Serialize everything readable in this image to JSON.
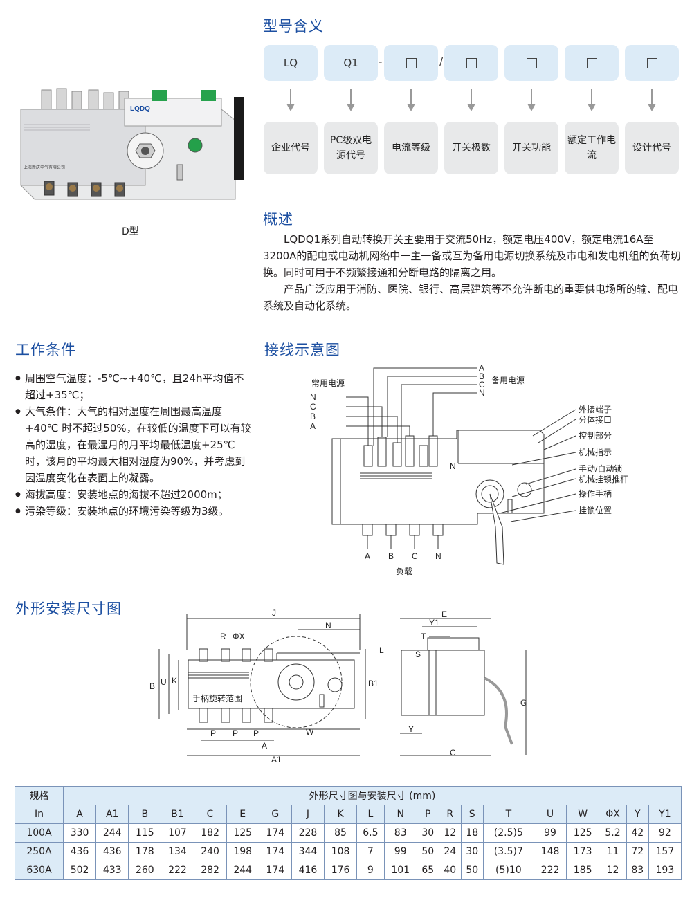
{
  "product_photo": {
    "caption": "D型",
    "brand_mark": "LQDQ",
    "brand_name": "上海新庆电气有限公司"
  },
  "model_meaning": {
    "heading": "型号含义",
    "codes": [
      "LQ",
      "Q1",
      "□",
      "□",
      "□",
      "□",
      "□"
    ],
    "separators": [
      "-",
      "/"
    ],
    "descriptions": [
      "企业代号",
      "PC级双电源代号",
      "电流等级",
      "开关极数",
      "开关功能",
      "额定工作电流",
      "设计代号"
    ]
  },
  "overview": {
    "heading": "概述",
    "p1": "LQDQ1系列自动转换开关主要用于交流50Hz，额定电压400V，额定电流16A至3200A的配电或电动机网络中一主一备或互为备用电源切换系统及市电和发电机组的负荷切换。同时可用于不频繁接通和分断电路的隔离之用。",
    "p2": "产品广泛应用于消防、医院、银行、高层建筑等不允许断电的重要供电场所的输、配电系统及自动化系统。"
  },
  "working_conditions": {
    "heading": "工作条件",
    "items": [
      "周围空气温度：-5℃~+40℃，且24h平均值不超过+35℃；",
      "大气条件：大气的相对湿度在周围最高温度+40℃ 时不超过50%，在较低的温度下可以有较高的湿度，在最湿月的月平均最低温度+25℃时，该月的平均最大相对湿度为90%，并考虑到因温度变化在表面上的凝露。",
      "海拔高度：安装地点的海拔不超过2000m；",
      "污染等级：安装地点的环境污染等级为3级。"
    ]
  },
  "wiring": {
    "heading": "接线示意图",
    "normal_source": "常用电源",
    "backup_source": "备用电源",
    "left_phases": [
      "N",
      "C",
      "B",
      "A"
    ],
    "right_phases": [
      "A",
      "B",
      "C",
      "N"
    ],
    "bottom_phases": [
      "A",
      "B",
      "C",
      "N"
    ],
    "load": "负载",
    "callouts": [
      "外接端子",
      "分体接口",
      "控制部分",
      "机械指示",
      "手动/自动锁",
      "机械挂锁推杆",
      "操作手柄",
      "挂锁位置"
    ]
  },
  "dimensions": {
    "heading": "外形安装尺寸图",
    "front_labels": [
      "J",
      "N",
      "R",
      "ΦX",
      "B",
      "U",
      "K",
      "B1",
      "L",
      "P",
      "P",
      "P",
      "W",
      "A",
      "A1"
    ],
    "rotation_label": "手柄旋转范围",
    "side_labels": [
      "E",
      "Y1",
      "T",
      "S",
      "Y",
      "G",
      "C"
    ]
  },
  "table": {
    "spec_label": "规格",
    "title": "外形尺寸图与安装尺寸 (mm)",
    "columns": [
      "In",
      "A",
      "A1",
      "B",
      "B1",
      "C",
      "E",
      "G",
      "J",
      "K",
      "L",
      "N",
      "P",
      "R",
      "S",
      "T",
      "U",
      "W",
      "ΦX",
      "Y",
      "Y1"
    ],
    "rows": [
      [
        "100A",
        "330",
        "244",
        "115",
        "107",
        "182",
        "125",
        "174",
        "228",
        "85",
        "6.5",
        "83",
        "30",
        "12",
        "18",
        "(2.5)5",
        "99",
        "125",
        "5.2",
        "42",
        "92"
      ],
      [
        "250A",
        "436",
        "436",
        "178",
        "134",
        "240",
        "198",
        "174",
        "344",
        "108",
        "7",
        "99",
        "50",
        "24",
        "30",
        "(3.5)7",
        "148",
        "173",
        "11",
        "72",
        "157"
      ],
      [
        "630A",
        "502",
        "433",
        "260",
        "222",
        "282",
        "244",
        "174",
        "416",
        "176",
        "9",
        "101",
        "65",
        "40",
        "50",
        "(5)10",
        "222",
        "185",
        "12",
        "83",
        "193"
      ]
    ]
  },
  "colors": {
    "heading": "#1c4fa1",
    "code_box": "#dcebf7",
    "desc_box": "#e8e9ea",
    "table_border": "#7a93b8"
  }
}
